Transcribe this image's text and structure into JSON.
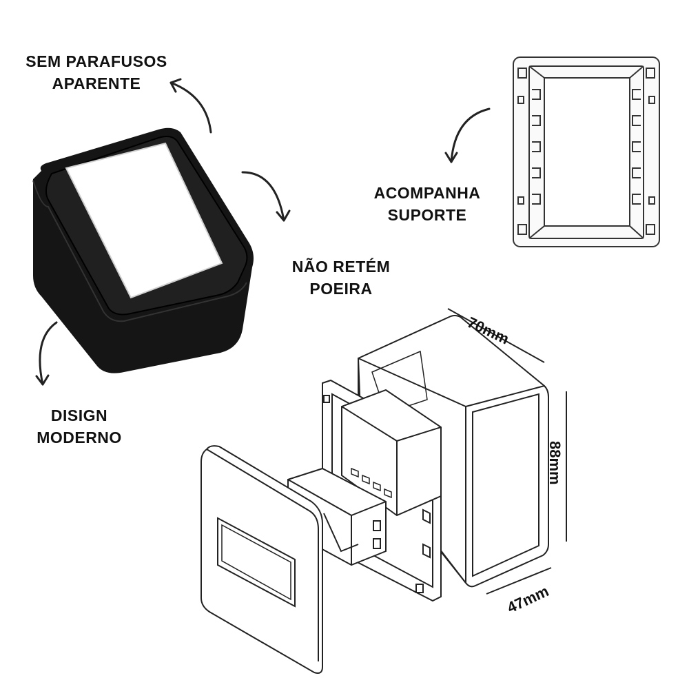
{
  "labels": {
    "no_screws": [
      "SEM PARAFUSOS",
      "APARENTE"
    ],
    "no_dust": [
      "NÃO RETÉM",
      "POEIRA"
    ],
    "support": [
      "ACOMPANHA",
      "SUPORTE"
    ],
    "design": [
      "DISIGN",
      "MODERNO"
    ]
  },
  "dimensions": {
    "width": "70mm",
    "height": "88mm",
    "depth": "47mm"
  },
  "colors": {
    "box_body": "#151515",
    "box_face": "#ffffff",
    "line": "#222222"
  }
}
